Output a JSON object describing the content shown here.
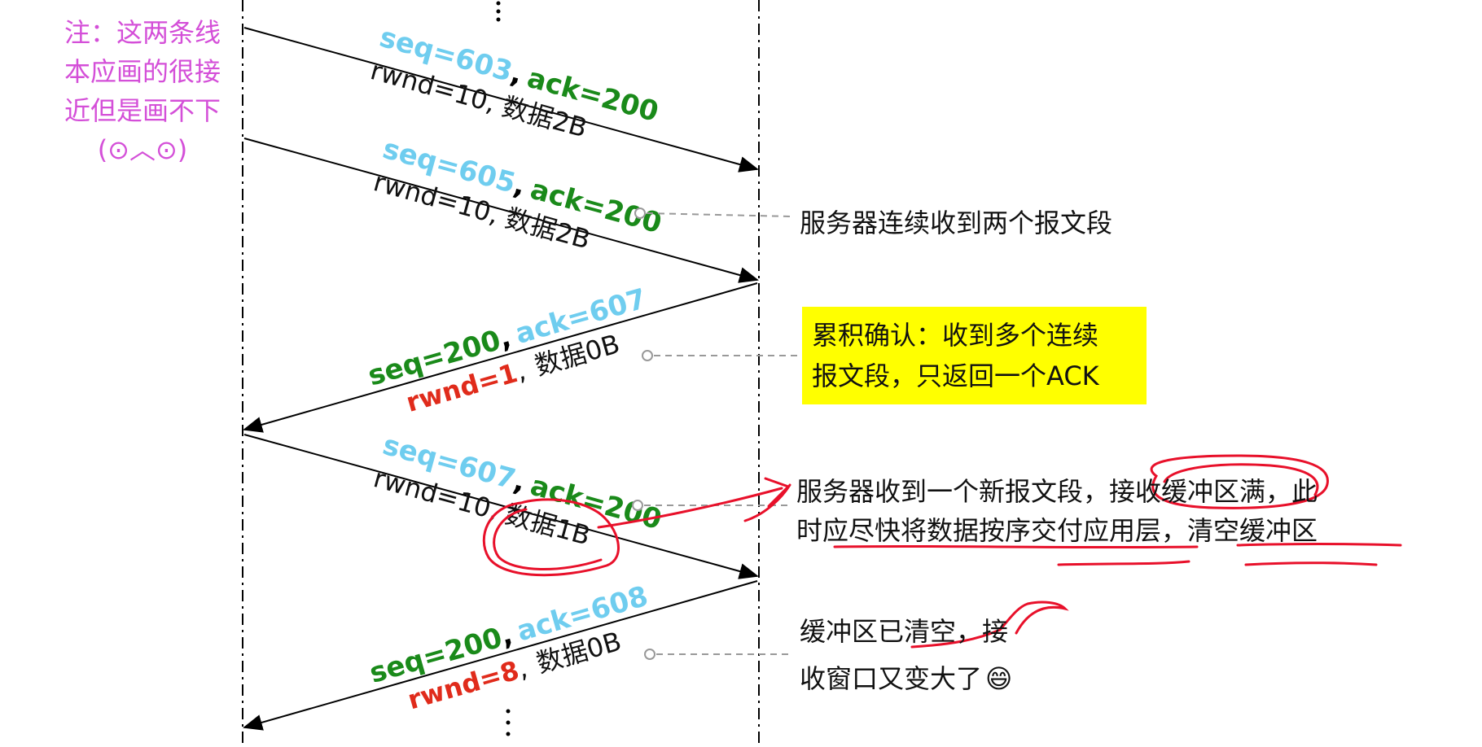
{
  "note": {
    "lines": [
      "注：这两条线",
      "本应画的很接",
      "近但是画不下",
      "(⊙︿⊙)"
    ]
  },
  "segments": [
    {
      "seq": "seq=603",
      "ack": "ack=200",
      "sep": ",",
      "rwnd": "rwnd=10,",
      "data": "数据2B"
    },
    {
      "seq": "seq=605",
      "ack": "ack=200",
      "sep": ",",
      "rwnd": "rwnd=10,",
      "data": "数据2B"
    },
    {
      "seq": "seq=200",
      "ack": "ack=607",
      "sep": ",",
      "rwnd": "rwnd=1",
      "rwnd_sep": ",",
      "data": "数据0B"
    },
    {
      "seq": "seq=607",
      "ack": "ack=200",
      "sep": ",",
      "rwnd": "rwnd=10",
      "rwnd_sep": ",",
      "data": "数据1B"
    },
    {
      "seq": "seq=200",
      "ack": "ack=608",
      "sep": ",",
      "rwnd": "rwnd=8",
      "rwnd_sep": ",",
      "data": "数据0B"
    }
  ],
  "callouts": {
    "two_segments": "服务器连续收到两个报文段",
    "cumulative_ack": [
      "累积确认：收到多个连续",
      "报文段，只返回一个ACK"
    ],
    "buffer_full": [
      "服务器收到一个新报文段，接收缓冲区满，此",
      "时应尽快将数据按序交付应用层，清空缓冲区"
    ],
    "buffer_cleared": [
      "缓冲区已清空，接",
      "收窗口又变大了"
    ],
    "emoji": "😄"
  },
  "colors": {
    "note": "#d44fd8",
    "seq_light": "#6fcdef",
    "ack_green": "#1a8a1a",
    "rwnd_red": "#e02b1b",
    "highlight": "#ffff00",
    "annotation_red": "#e8102a"
  }
}
